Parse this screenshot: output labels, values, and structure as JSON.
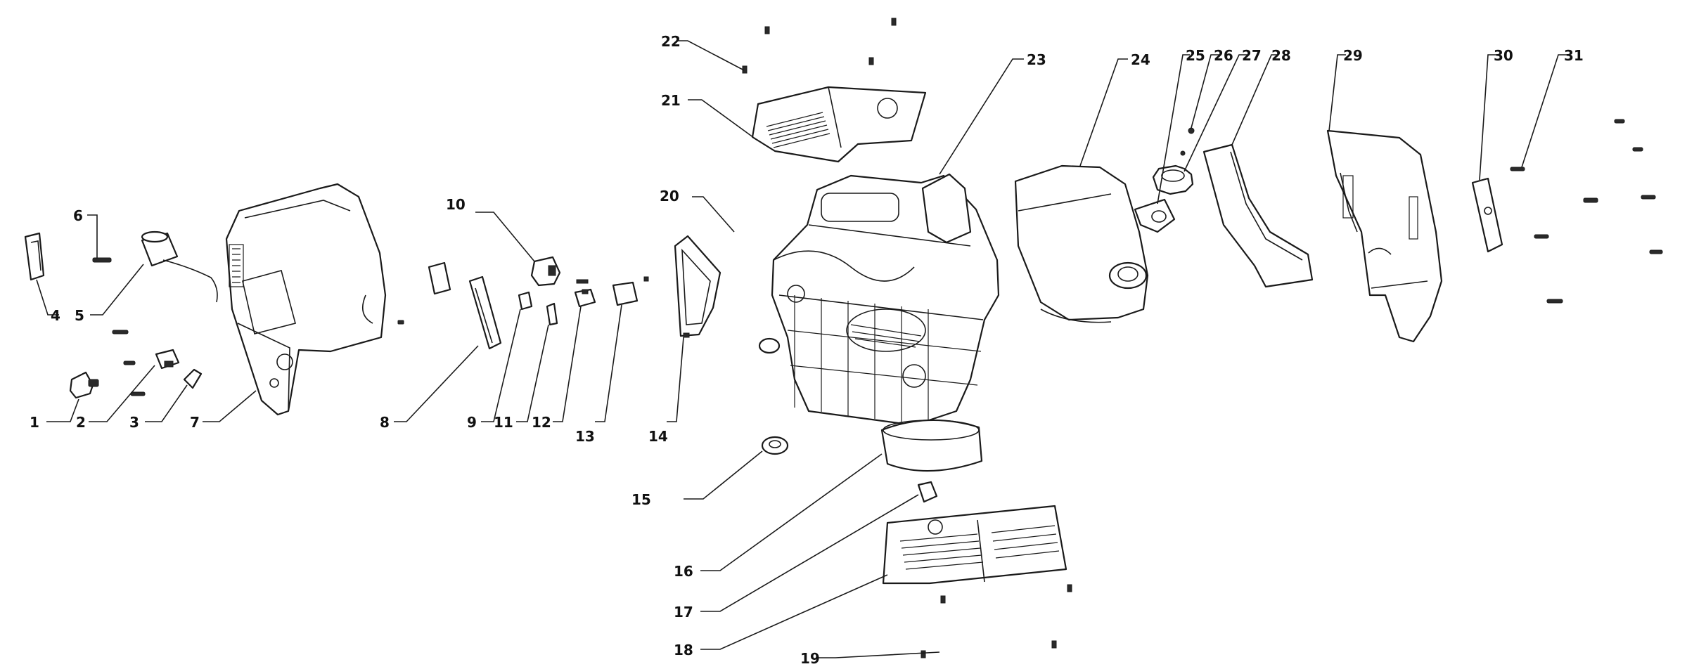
{
  "callouts": [
    {
      "n": "1"
    },
    {
      "n": "2"
    },
    {
      "n": "3"
    },
    {
      "n": "4"
    },
    {
      "n": "5"
    },
    {
      "n": "6"
    },
    {
      "n": "7"
    },
    {
      "n": "8"
    },
    {
      "n": "9"
    },
    {
      "n": "10"
    },
    {
      "n": "11"
    },
    {
      "n": "12"
    },
    {
      "n": "13"
    },
    {
      "n": "14"
    },
    {
      "n": "15"
    },
    {
      "n": "16"
    },
    {
      "n": "17"
    },
    {
      "n": "18"
    },
    {
      "n": "19"
    },
    {
      "n": "20"
    },
    {
      "n": "21"
    },
    {
      "n": "22"
    },
    {
      "n": "23"
    },
    {
      "n": "24"
    },
    {
      "n": "25"
    },
    {
      "n": "26"
    },
    {
      "n": "27"
    },
    {
      "n": "28"
    },
    {
      "n": "29"
    },
    {
      "n": "30"
    },
    {
      "n": "31"
    }
  ],
  "colors": {
    "line": "#1a1a1a",
    "background": "#ffffff"
  }
}
